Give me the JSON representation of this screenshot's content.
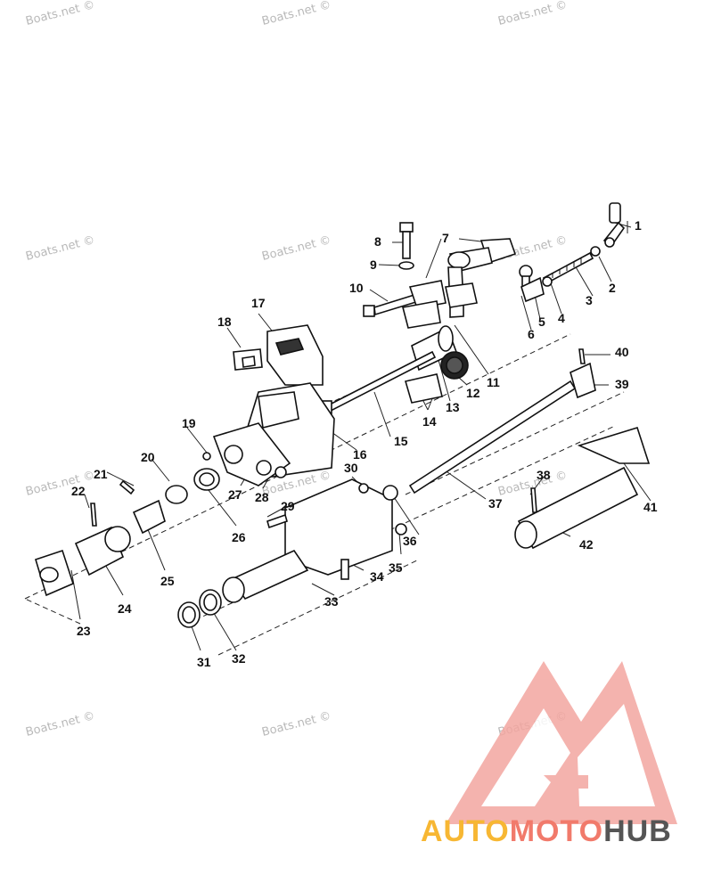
{
  "watermarks": [
    "Boats.net ©"
  ],
  "part_labels": [
    "1",
    "2",
    "3",
    "4",
    "5",
    "6",
    "7",
    "8",
    "9",
    "10",
    "11",
    "12",
    "13",
    "14",
    "15",
    "16",
    "17",
    "18",
    "19",
    "20",
    "21",
    "22",
    "23",
    "24",
    "25",
    "26",
    "27",
    "28",
    "29",
    "30",
    "31",
    "32",
    "33",
    "34",
    "35",
    "36",
    "37",
    "38",
    "39",
    "40",
    "41",
    "42"
  ],
  "brand": {
    "part_1": "AUTO",
    "part_2": "MOTO",
    "part_3": "HUB"
  },
  "colors": {
    "logo_pink": "#f3a6a0",
    "logo_orange": "#f7b733",
    "logo_coral": "#f17a6b",
    "logo_dark": "#555555"
  }
}
